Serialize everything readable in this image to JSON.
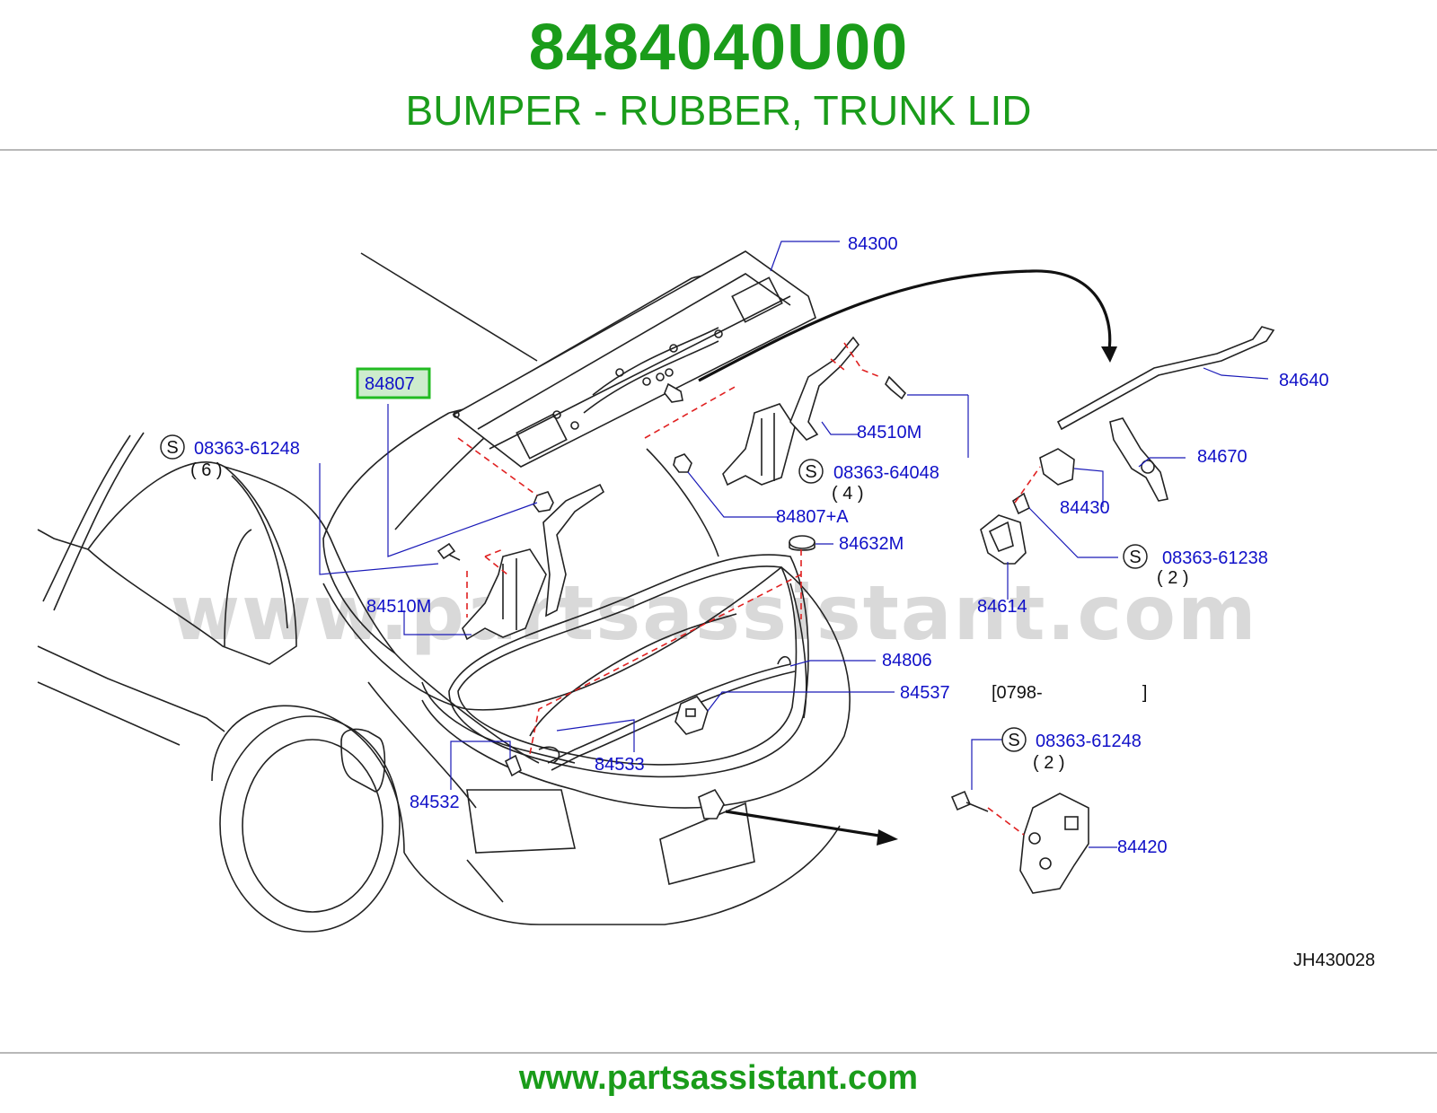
{
  "header": {
    "part_number": "8484040U00",
    "description": "BUMPER - RUBBER, TRUNK LID"
  },
  "footer": {
    "url": "www.partsassistant.com"
  },
  "watermark": "www.partsassistant.com",
  "diagram": {
    "figure_code": "JH430028",
    "date_range": "[0798-                    ]",
    "highlighted_label": "84807",
    "labels": {
      "l84300": "84300",
      "l84640": "84640",
      "l84807": "84807",
      "l84510m_right": "84510M",
      "l84670": "84670",
      "l84430": "84430",
      "l84807a": "84807+A",
      "l84632m": "84632M",
      "l84614": "84614",
      "l84510m_left": "84510M",
      "l84806": "84806",
      "l84537": "84537",
      "l84533": "84533",
      "l84532": "84532",
      "l84420": "84420"
    },
    "bolts": {
      "b1": {
        "symbol": "S",
        "code": "08363-61248",
        "qty": "( 6 )"
      },
      "b2": {
        "symbol": "S",
        "code": "08363-64048",
        "qty": "( 4 )"
      },
      "b3": {
        "symbol": "S",
        "code": "08363-61238",
        "qty": "( 2 )"
      },
      "b4": {
        "symbol": "S",
        "code": "08363-61248",
        "qty": "( 2 )"
      }
    }
  },
  "colors": {
    "brand_green": "#1a9c1a",
    "label_blue": "#1010c8",
    "highlight_box": "#22bb22",
    "highlight_fill": "#cdeccd",
    "dash_red": "#e02020"
  }
}
